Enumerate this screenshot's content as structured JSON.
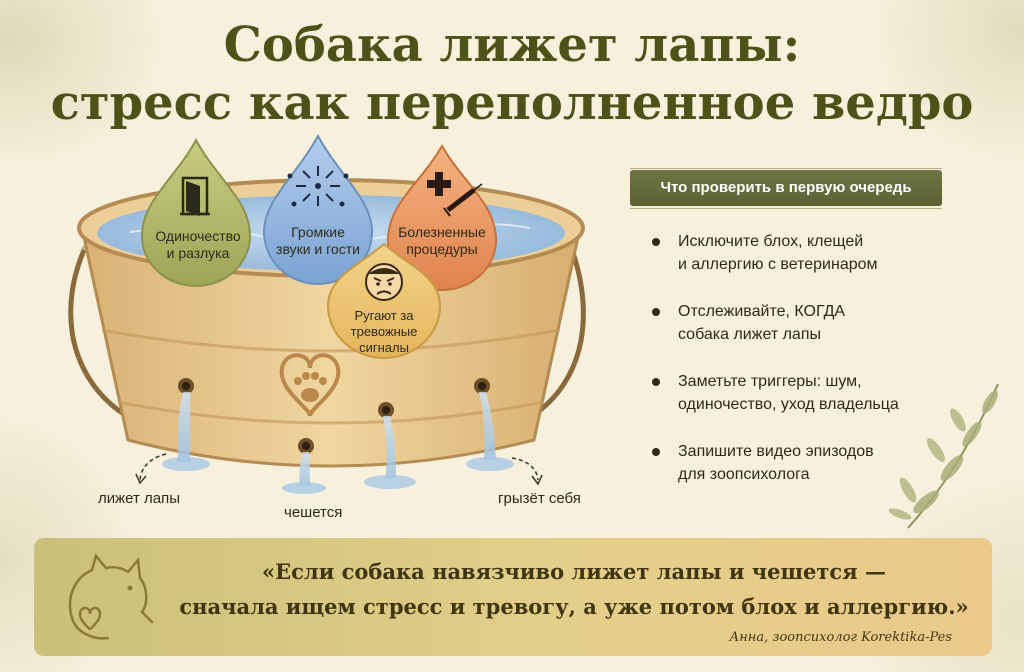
{
  "title": {
    "line1": "Собака лижет лапы:",
    "line2": "стресс как переполненное ведро"
  },
  "colors": {
    "title": "#4d5218",
    "drop_green": "#b7bd6d",
    "drop_blue": "#8fb4dc",
    "drop_orange": "#ee9b64",
    "drop_yellow": "#ecc673",
    "bucket": "#e8c98e",
    "water": "#a9c8e6",
    "panel_header": "#5b6133"
  },
  "stressors": [
    {
      "icon": "door-icon",
      "line1": "Одиночество",
      "line2": "и разлука"
    },
    {
      "icon": "fireworks-icon",
      "line1": "Громкие",
      "line2": "звуки и гости"
    },
    {
      "icon": "medical-cross-syringe-icon",
      "line1": "Болезненные",
      "line2": "процедуры"
    },
    {
      "icon": "angry-face-icon",
      "line1": "Ругают за",
      "line2": "тревожные",
      "line3": "сигналы"
    }
  ],
  "bucket_emblem_icon": "paw-heart-icon",
  "outlets": [
    {
      "label": "лижет лапы"
    },
    {
      "label": "чешется"
    },
    {
      "label": "грызёт себя"
    }
  ],
  "panel": {
    "header": "Что проверить в первую очередь",
    "items": [
      {
        "line1": "Исключите блох, клещей",
        "line2": "и аллергию с ветеринаром"
      },
      {
        "line1": "Отслеживайте, КОГДА",
        "line2": "собака лижет лапы"
      },
      {
        "line1": "Заметьте триггеры: шум,",
        "line2": "одиночество, уход владельца"
      },
      {
        "line1": "Запишите видео эпизодов",
        "line2": "для зоопсихолога"
      }
    ]
  },
  "decor_icon": "leaf-branch-icon",
  "quote": {
    "icon": "dog-heart-icon",
    "line1": "«Если собака навязчиво лижет лапы и чешется —",
    "line2": "сначала ищем стресс и тревогу, а уже потом блох и аллергию.»",
    "author": "Анна, зоопсихолог Korektika-Pes"
  }
}
